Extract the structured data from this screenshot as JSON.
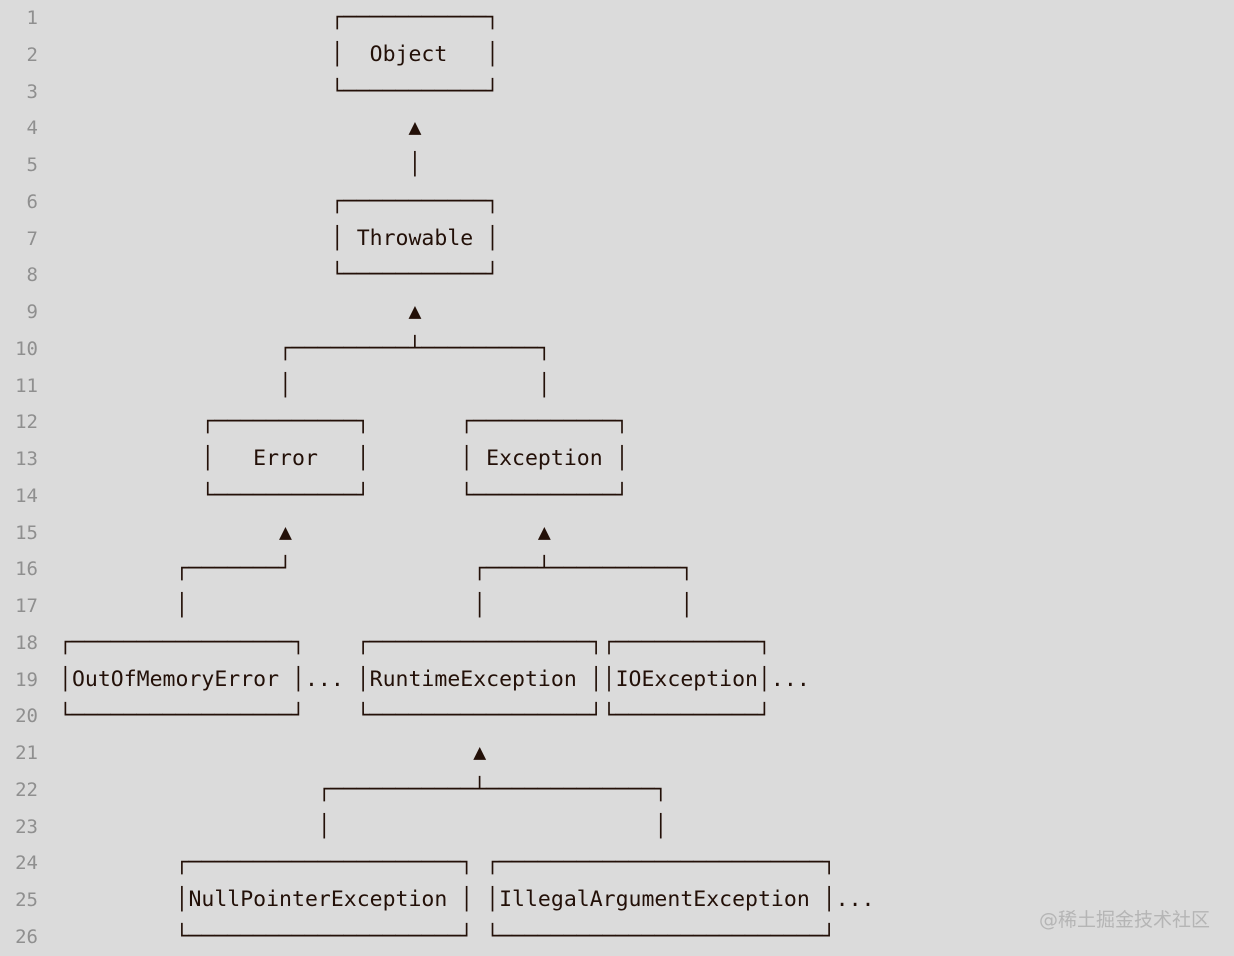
{
  "colors": {
    "background": "#dbdbdb",
    "diagram_text": "#231008",
    "line_numbers": "#8f8f8f",
    "watermark": "#b5b5b5"
  },
  "editor": {
    "first_line_number": 1,
    "line_count": 26,
    "lines": [
      "                     ┌───────────┐",
      "                     │  Object   │",
      "                     └───────────┘",
      "                           ▲",
      "                           │",
      "                     ┌───────────┐",
      "                     │ Throwable │",
      "                     └───────────┘",
      "                           ▲",
      "                 ┌─────────┴─────────┐",
      "                 │                   │",
      "           ┌───────────┐       ┌───────────┐",
      "           │   Error   │       │ Exception │",
      "           └───────────┘       └───────────┘",
      "                 ▲                   ▲",
      "         ┌───────┘              ┌────┴──────────┐",
      "         │                      │               │",
      "┌─────────────────┐    ┌─────────────────┐┌───────────┐",
      "│OutOfMemoryError │... │RuntimeException ││IOException│...",
      "└─────────────────┘    └─────────────────┘└───────────┘",
      "                                ▲",
      "                    ┌───────────┴─────────────┐",
      "                    │                         │",
      "         ┌─────────────────────┐ ┌─────────────────────────┐",
      "         │NullPointerException │ │IllegalArgumentException │...",
      "         └─────────────────────┘ └─────────────────────────┘"
    ]
  },
  "hierarchy": {
    "root": "Object",
    "nodes": [
      {
        "name": "Object",
        "parent": null
      },
      {
        "name": "Throwable",
        "parent": "Object"
      },
      {
        "name": "Error",
        "parent": "Throwable"
      },
      {
        "name": "Exception",
        "parent": "Throwable"
      },
      {
        "name": "OutOfMemoryError",
        "parent": "Error",
        "siblings_ellipsis": "..."
      },
      {
        "name": "RuntimeException",
        "parent": "Exception"
      },
      {
        "name": "IOException",
        "parent": "Exception",
        "siblings_ellipsis": "..."
      },
      {
        "name": "NullPointerException",
        "parent": "RuntimeException"
      },
      {
        "name": "IllegalArgumentException",
        "parent": "RuntimeException",
        "siblings_ellipsis": "..."
      }
    ]
  },
  "watermark": {
    "text": "@稀土掘金技术社区"
  }
}
